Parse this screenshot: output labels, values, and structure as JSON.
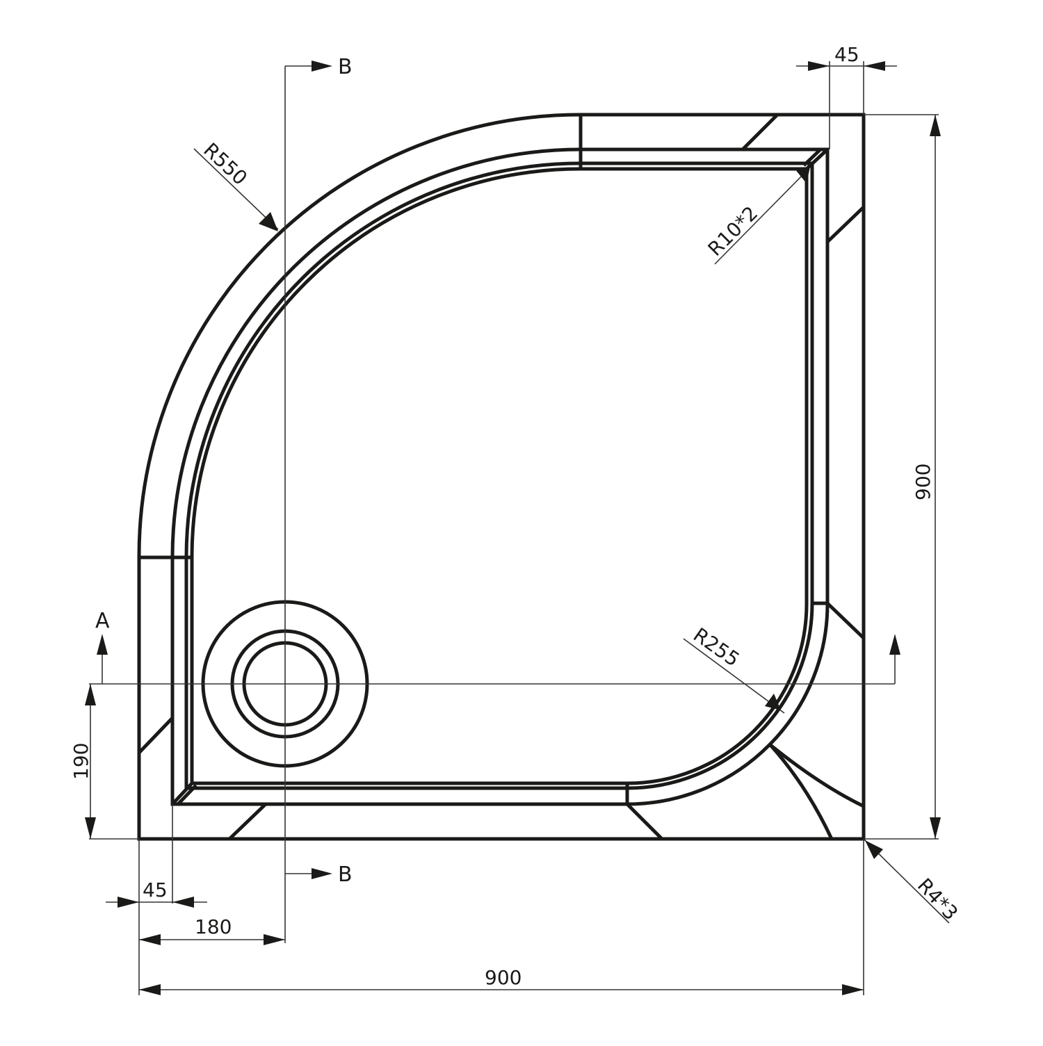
{
  "drawing": {
    "title": "Quarter-circle shower tray technical drawing",
    "colors": {
      "line": "#1a1a18",
      "background": "#ffffff"
    },
    "dimensions": {
      "top_rim_width": "45",
      "left_rim_width": "45",
      "drain_offset_x": "180",
      "drain_offset_y": "190",
      "overall_width": "900",
      "overall_height": "900"
    },
    "radii": {
      "outer_arc": "R550",
      "inner_corner": "R10*2",
      "inner_bottom_right": "R255",
      "outer_corner": "R4*3"
    },
    "section_markers": {
      "section_a_label": "A",
      "section_b_top_label": "B",
      "section_b_bottom_label": "B"
    }
  }
}
